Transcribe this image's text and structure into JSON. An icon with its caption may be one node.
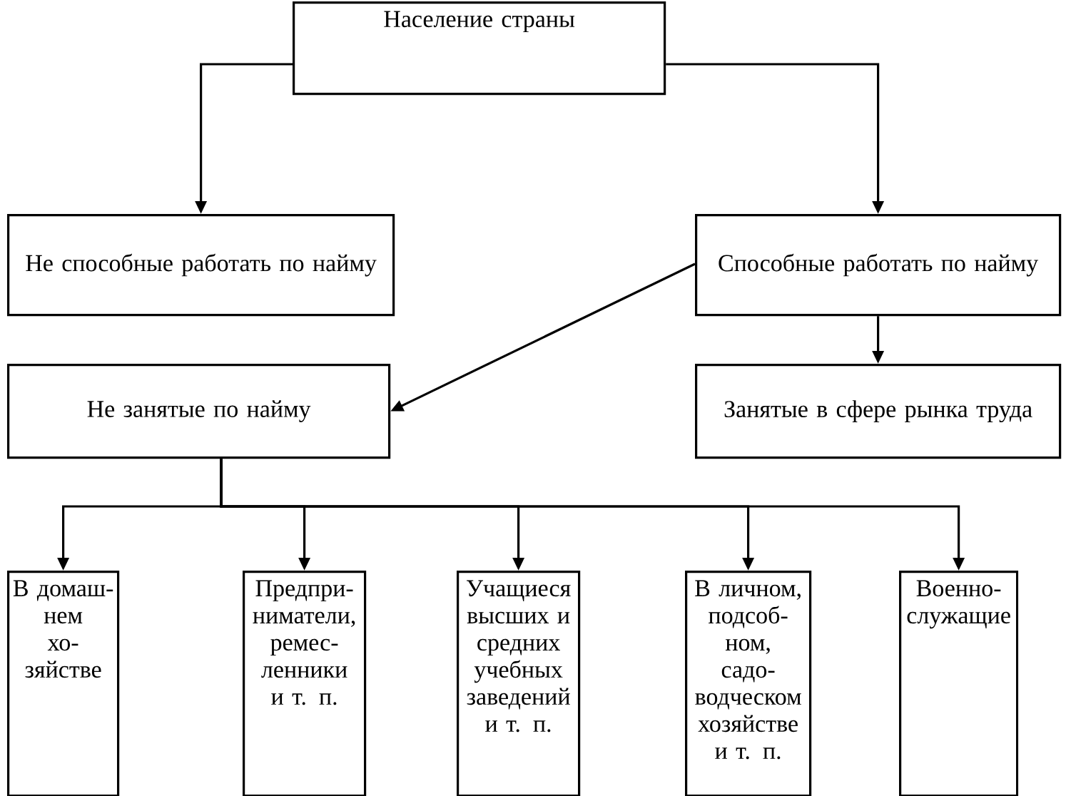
{
  "diagram": {
    "nodes": [
      {
        "text": [
          "Население страны"
        ]
      },
      {
        "text": [
          "Не способные работать по найму"
        ]
      },
      {
        "text": [
          "Способные работать по найму"
        ]
      },
      {
        "text": [
          "Не занятые по найму"
        ]
      },
      {
        "text": [
          "Занятые в сфере рынка труда"
        ]
      },
      {
        "text": [
          "В домаш-нем хо-зяйстве"
        ]
      },
      {
        "text": [
          "Предпри-ниматели, ремес-ленники и т. п."
        ]
      },
      {
        "text": [
          "Учащиеся высших и средних учебных заведений и т. п."
        ]
      },
      {
        "text": [
          "В личном, подсоб-ном, садо-водческом хозяйстве и т. п."
        ]
      },
      {
        "text": [
          "Военно-служащие"
        ]
      }
    ],
    "edges": [
      {
        "from": 0,
        "to": 1,
        "arrow": "to"
      },
      {
        "from": 0,
        "to": 2,
        "arrow": "to"
      },
      {
        "from": 2,
        "to": 3,
        "arrow": "to"
      },
      {
        "from": 2,
        "to": 4,
        "arrow": "to"
      },
      {
        "from": 3,
        "to": 5,
        "arrow": "to"
      },
      {
        "from": 3,
        "to": 6,
        "arrow": "to"
      },
      {
        "from": 3,
        "to": 7,
        "arrow": "to"
      },
      {
        "from": 3,
        "to": 8,
        "arrow": "to"
      },
      {
        "from": 3,
        "to": 9,
        "arrow": "to"
      }
    ]
  }
}
